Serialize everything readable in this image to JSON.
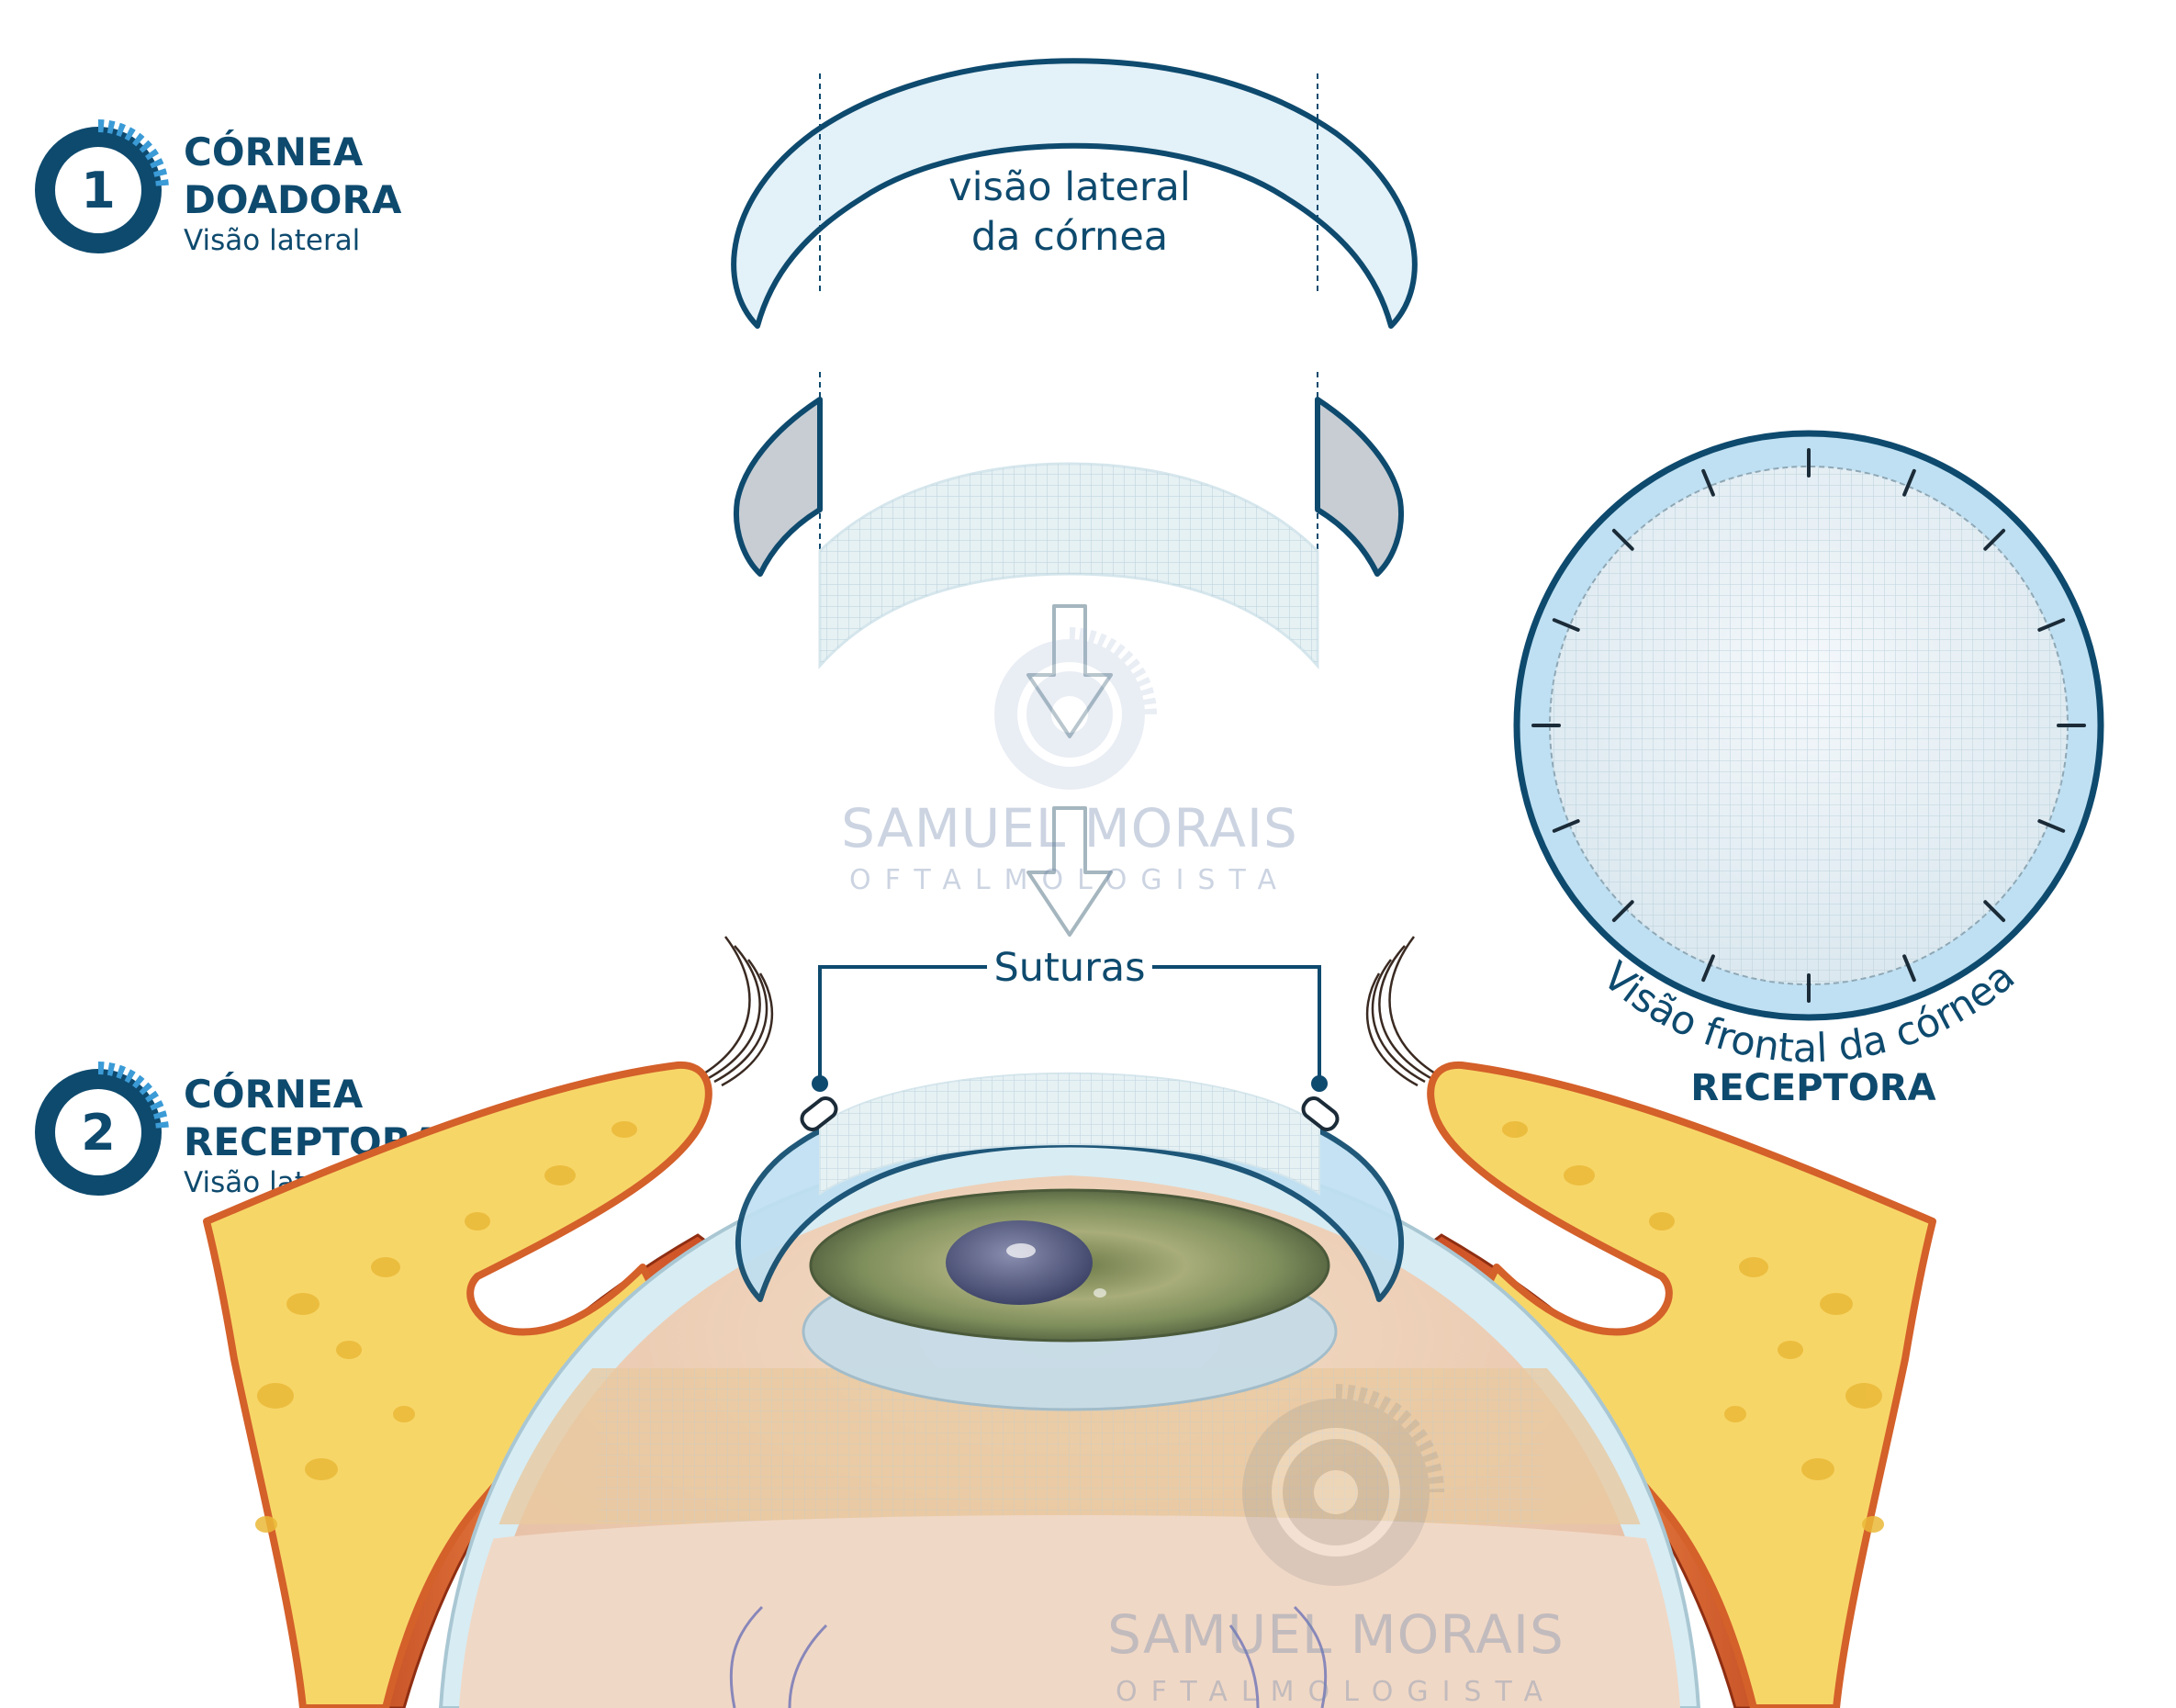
{
  "steps": [
    {
      "number": "1",
      "title_line1": "CÓRNEA",
      "title_line2": "DOADORA",
      "subtitle": "Visão lateral"
    },
    {
      "number": "2",
      "title_line1": "CÓRNEA",
      "title_line2": "RECEPTORA",
      "subtitle": "Visão lateral"
    }
  ],
  "labels": {
    "lateral_view_line1": "visão lateral",
    "lateral_view_line2": "da córnea",
    "sutures": "Suturas",
    "frontal_view": "Visão frontal da córnea",
    "receptor": "RECEPTORA"
  },
  "watermark": {
    "name": "SAMUEL MORAIS",
    "profession": "OFTALMOLOGISTA"
  },
  "colors": {
    "navy": "#0e4a6e",
    "cornea_fill": "#e3f1f8",
    "cornea_rim": "#bfe0f2",
    "bone_yellow": "#f7d668",
    "muscle_red": "#d45528",
    "iris_green": "#8c9a6a"
  }
}
